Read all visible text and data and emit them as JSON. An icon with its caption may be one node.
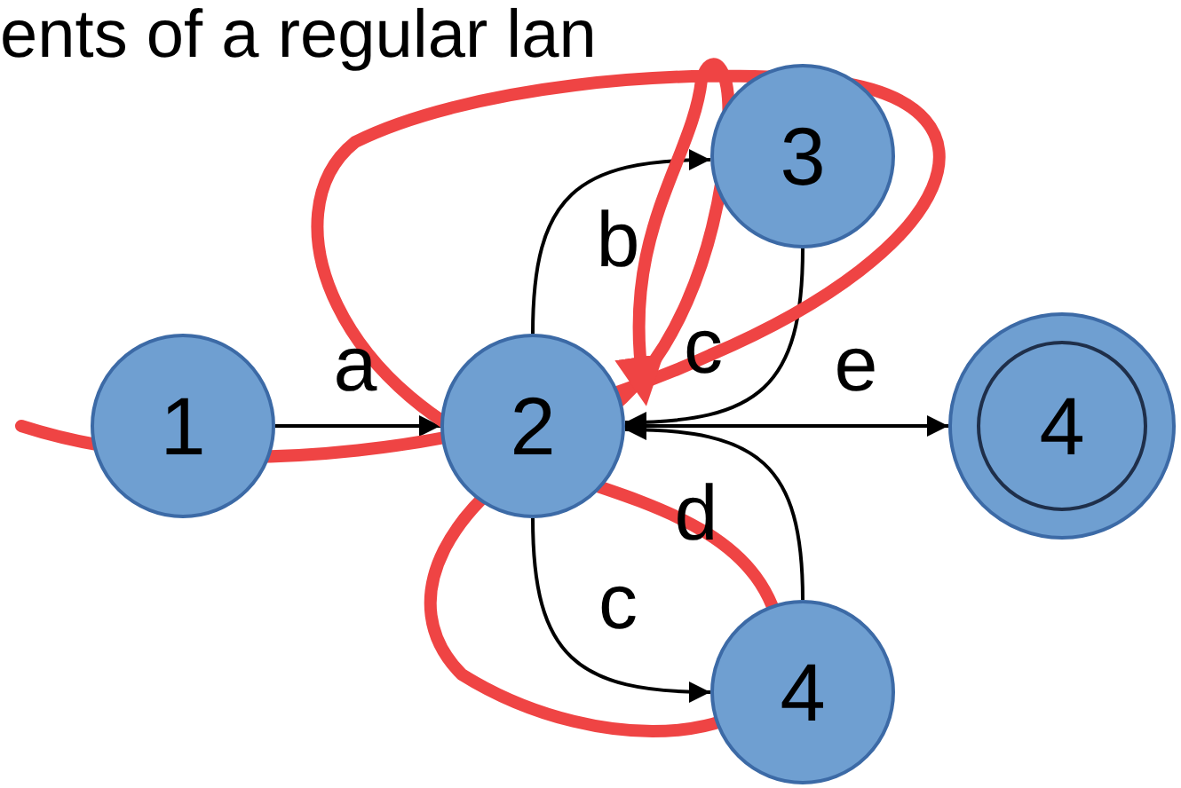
{
  "diagram": {
    "nodes": [
      {
        "text": [
          "1"
        ]
      },
      {
        "text": [
          "2"
        ]
      },
      {
        "text": [
          "3"
        ]
      },
      {
        "text": [
          "4"
        ]
      },
      {
        "text": [
          "4"
        ]
      }
    ],
    "edges": [
      {
        "from": 0,
        "to": 1,
        "arrow": "to",
        "label": "a"
      },
      {
        "from": 1,
        "to": 2,
        "arrow": "to",
        "label": "b"
      },
      {
        "from": 2,
        "to": 1,
        "arrow": "to",
        "label": "c"
      },
      {
        "from": 1,
        "to": 3,
        "arrow": "both",
        "label": "e"
      },
      {
        "from": 1,
        "to": 4,
        "arrow": "to",
        "label": "c"
      },
      {
        "from": 4,
        "to": 1,
        "arrow": "to",
        "label": "d"
      }
    ],
    "labels": [
      "ents of a regular lan"
    ]
  }
}
